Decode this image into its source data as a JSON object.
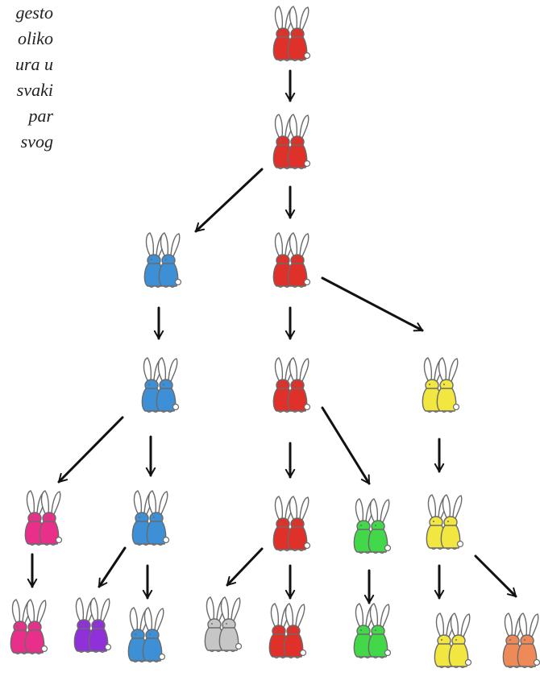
{
  "caption_lines": [
    "gesto",
    "oliko",
    "ura u",
    "svaki",
    "par",
    "svog"
  ],
  "colors": {
    "red": "#e0302a",
    "blue": "#3d8fd6",
    "pink": "#e8308a",
    "purple": "#9030d8",
    "yellow": "#f2e640",
    "green": "#43d84a",
    "gray": "#c6c6c6",
    "orange": "#ee8a58",
    "outline": "#6a6a6a",
    "arrow": "#111111"
  },
  "tree": {
    "pairs": [
      {
        "id": "p1",
        "color": "red"
      },
      {
        "id": "p2",
        "color": "red"
      },
      {
        "id": "p3",
        "color": "blue"
      },
      {
        "id": "p4",
        "color": "red"
      },
      {
        "id": "p5",
        "color": "blue"
      },
      {
        "id": "p6",
        "color": "red"
      },
      {
        "id": "p7",
        "color": "yellow"
      },
      {
        "id": "p8",
        "color": "pink"
      },
      {
        "id": "p9",
        "color": "blue"
      },
      {
        "id": "p10",
        "color": "red"
      },
      {
        "id": "p11",
        "color": "green"
      },
      {
        "id": "p12",
        "color": "yellow"
      },
      {
        "id": "p13",
        "color": "pink"
      },
      {
        "id": "p14",
        "color": "purple"
      },
      {
        "id": "p15",
        "color": "blue"
      },
      {
        "id": "p16",
        "color": "gray"
      },
      {
        "id": "p17",
        "color": "red"
      },
      {
        "id": "p18",
        "color": "green"
      },
      {
        "id": "p19",
        "color": "yellow"
      },
      {
        "id": "p20",
        "color": "orange"
      }
    ],
    "links": [
      [
        "p1",
        "p2"
      ],
      [
        "p2",
        "p3"
      ],
      [
        "p2",
        "p4"
      ],
      [
        "p3",
        "p5"
      ],
      [
        "p4",
        "p6"
      ],
      [
        "p4",
        "p7"
      ],
      [
        "p5",
        "p8"
      ],
      [
        "p5",
        "p9"
      ],
      [
        "p6",
        "p10"
      ],
      [
        "p6",
        "p11"
      ],
      [
        "p7",
        "p12"
      ],
      [
        "p8",
        "p13"
      ],
      [
        "p9",
        "p14"
      ],
      [
        "p9",
        "p15"
      ],
      [
        "p10",
        "p16"
      ],
      [
        "p10",
        "p17"
      ],
      [
        "p11",
        "p18"
      ],
      [
        "p12",
        "p19"
      ],
      [
        "p12",
        "p20"
      ]
    ]
  }
}
